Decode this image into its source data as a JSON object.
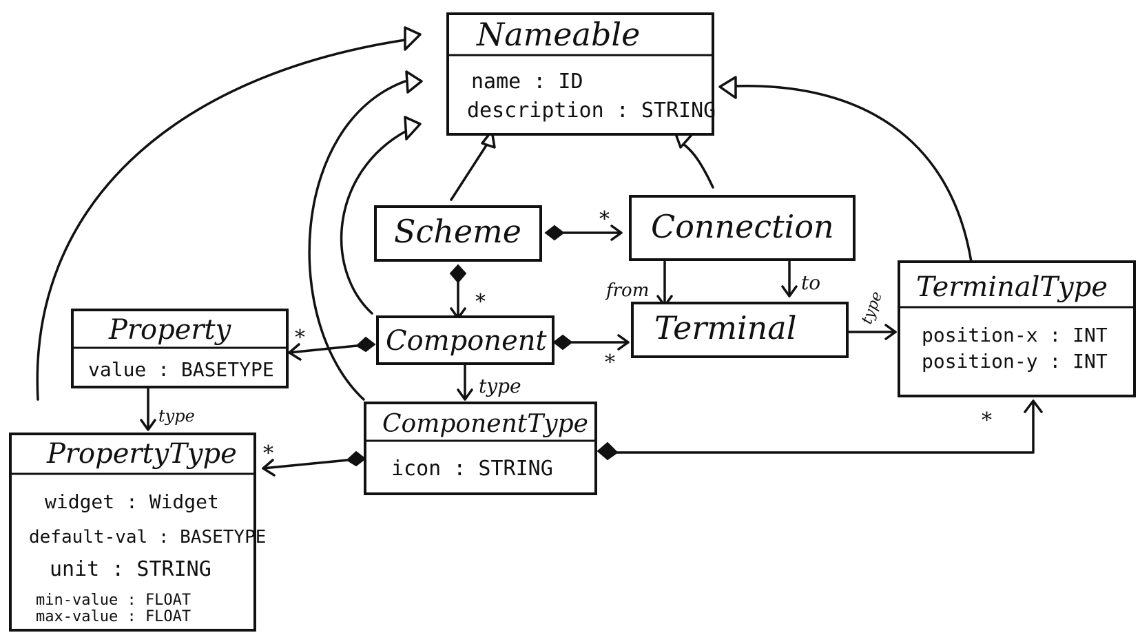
{
  "classes": {
    "nameable": {
      "name": "Nameable",
      "attributes": [
        "name : ID",
        "description : STRING"
      ]
    },
    "scheme": {
      "name": "Scheme"
    },
    "connection": {
      "name": "Connection"
    },
    "component": {
      "name": "Component"
    },
    "terminal": {
      "name": "Terminal"
    },
    "property": {
      "name": "Property",
      "attributes": [
        "value : BASETYPE"
      ]
    },
    "terminal_type": {
      "name": "TerminalType",
      "attributes": [
        "position-x : INT",
        "position-y : INT"
      ]
    },
    "component_type": {
      "name": "ComponentType",
      "attributes": [
        "icon : STRING"
      ]
    },
    "property_type": {
      "name": "PropertyType",
      "attributes": [
        "widget : Widget",
        "default-val : BASETYPE",
        "unit : STRING",
        "min-value : FLOAT",
        "max-value : FLOAT"
      ]
    }
  },
  "labels": {
    "from": "from",
    "to": "to",
    "type": "type",
    "many": "*"
  }
}
